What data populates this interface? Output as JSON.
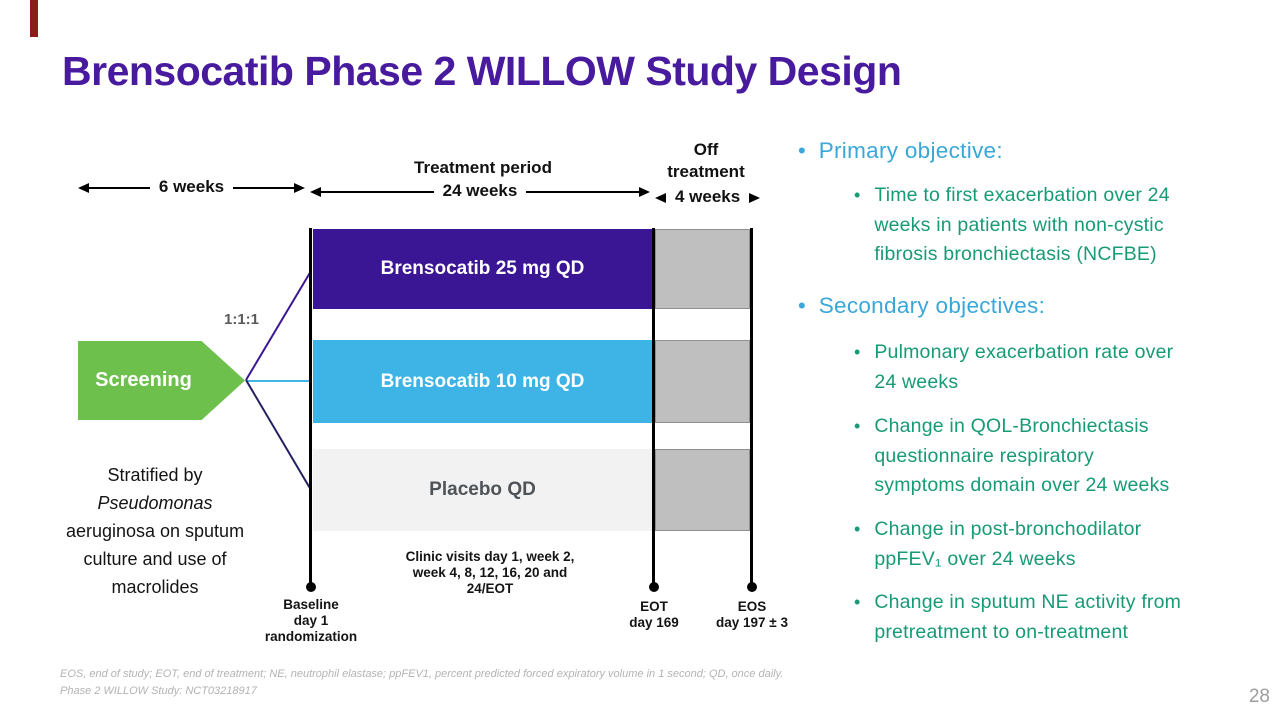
{
  "slide": {
    "title": "Brensocatib Phase 2 WILLOW Study Design",
    "page_number": "28"
  },
  "timeline": {
    "screening_duration": "6 weeks",
    "treatment_label": "Treatment period",
    "treatment_duration": "24 weeks",
    "off_label": "Off\ntreatment",
    "off_duration": "4 weeks"
  },
  "diagram": {
    "screening_label": "Screening",
    "randomization_ratio": "1:1:1",
    "arms": [
      {
        "label": "Brensocatib 25 mg QD"
      },
      {
        "label": "Brensocatib 10 mg QD"
      },
      {
        "label": "Placebo QD"
      }
    ],
    "stratification": {
      "line1": "Stratified by",
      "line2": "Pseudomonas",
      "line3": "aeruginosa on sputum",
      "line4": "culture and use of",
      "line5": "macrolides"
    },
    "milestones": {
      "baseline": "Baseline\nday 1\nrandomization",
      "clinic_visits": "Clinic visits day 1, week 2,\nweek 4, 8, 12, 16, 20 and\n24/EOT",
      "eot": "EOT\nday 169",
      "eos": "EOS\nday 197 ± 3"
    }
  },
  "objectives": {
    "bullet": "•",
    "primary_heading": "Primary objective:",
    "primary_items": [
      {
        "text": "Time to first exacerbation over 24\nweeks in patients with non-cystic\nfibrosis bronchiectasis (NCFBE)"
      }
    ],
    "secondary_heading": "Secondary objectives:",
    "secondary_items": [
      {
        "text": "Pulmonary exacerbation rate over\n24 weeks"
      },
      {
        "text": "Change in QOL-Bronchiectasis\nquestionnaire respiratory\nsymptoms domain over 24 weeks"
      },
      {
        "text": "Change in post-bronchodilator\nppFEV₁ over 24 weeks"
      },
      {
        "text": "Change in sputum NE activity from\npretreatment to on-treatment"
      }
    ]
  },
  "footer": {
    "line1": "EOS, end of study; EOT, end of treatment; NE, neutrophil elastase; ppFEV1, percent predicted forced expiratory volume in 1 second; QD, once daily.",
    "line2": "Phase 2 WILLOW Study: NCT03218917"
  },
  "colors": {
    "title": "#471a9e",
    "arm_25mg": "#3b1694",
    "arm_10mg": "#3db4e5",
    "placebo_bg": "#f2f2f2",
    "screening_green": "#6cc04b",
    "off_treatment_gray": "#bfbfbf",
    "objective_heading_blue": "#3aa7d9",
    "objective_text_green": "#189a76",
    "accent_mark_red": "#8b1d18"
  }
}
